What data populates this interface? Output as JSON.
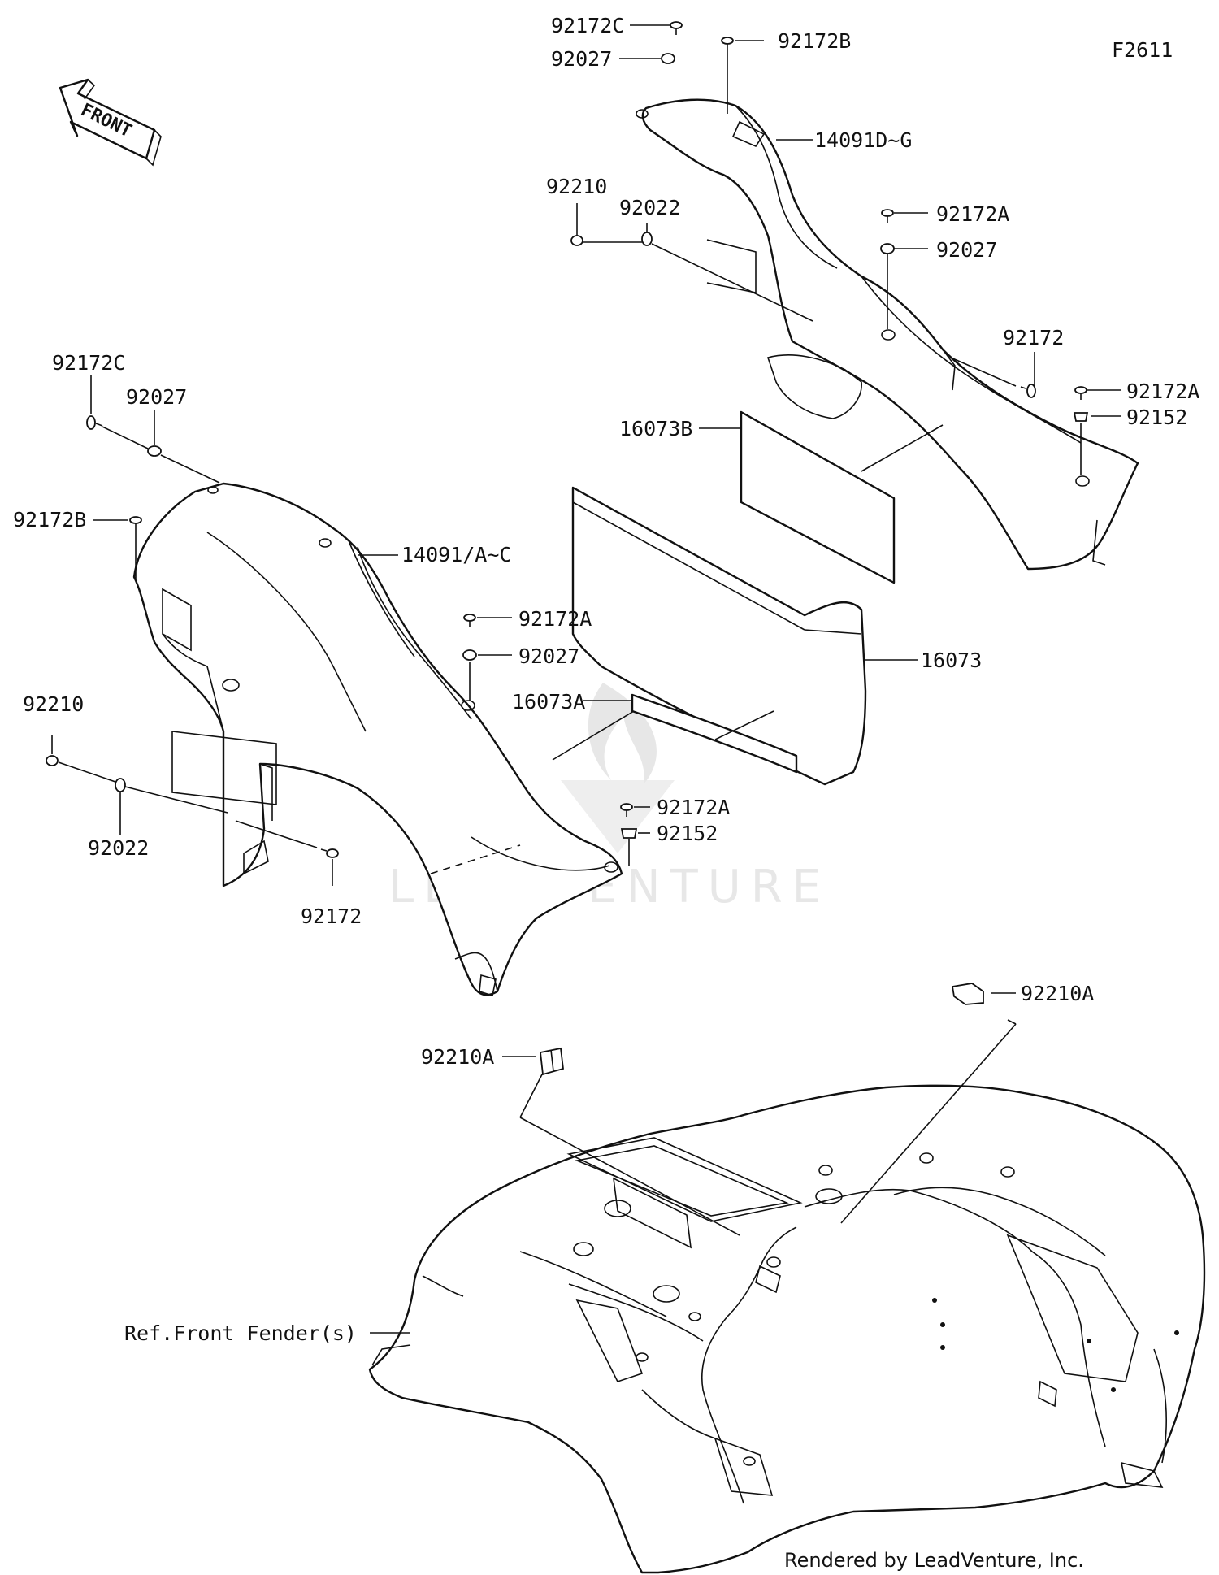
{
  "diagram": {
    "figure_code": "F2611",
    "front_label": "FRONT",
    "watermark": "LEADVENTURE",
    "credit": "Rendered by LeadVenture, Inc.",
    "parts": {
      "top_92172C": "92172C",
      "top_92027_a": "92027",
      "top_92172B": "92172B",
      "top_14091DG": "14091D~G",
      "top_92210": "92210",
      "top_92022": "92022",
      "top_92172A_a": "92172A",
      "top_92027_b": "92027",
      "top_92172": "92172",
      "top_92172A_b": "92172A",
      "top_92152": "92152",
      "top_16073B": "16073B",
      "mid_16073": "16073",
      "mid_16073A": "16073A",
      "left_92172C": "92172C",
      "left_92027_a": "92027",
      "left_92172B": "92172B",
      "left_14091AC": "14091/A~C",
      "left_92172A_a": "92172A",
      "left_92027_b": "92027",
      "left_92210": "92210",
      "left_92022": "92022",
      "left_92172": "92172",
      "left_92172A_b": "92172A",
      "left_92152": "92152",
      "bot_92210A_right": "92210A",
      "bot_92210A_left": "92210A",
      "ref_front_fender": "Ref.Front Fender(s)"
    }
  }
}
